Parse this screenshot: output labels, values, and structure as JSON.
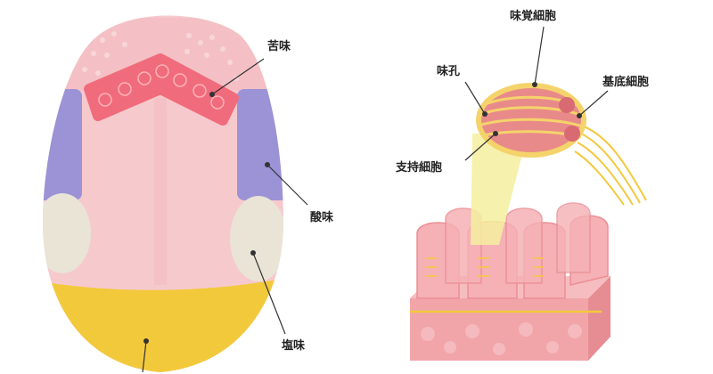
{
  "tongue_map": {
    "labels": {
      "bitter": "苦味",
      "sour": "酸味",
      "salty": "塩味"
    },
    "colors": {
      "base": "#f6c9cd",
      "bitter": "#f06c7c",
      "sour": "#9b93d6",
      "salty": "#e9e4d6",
      "sweet": "#f3c93c"
    }
  },
  "taste_bud": {
    "labels": {
      "taste_cell": "味覚細胞",
      "taste_pore": "味孔",
      "basal_cell": "基底細胞",
      "supporting_cell": "支持細胞"
    },
    "colors": {
      "cell": "#e98a8a",
      "sheath": "#f5d36b",
      "beam": "#f4f0a0",
      "tissue": "#f1a5a9"
    }
  }
}
